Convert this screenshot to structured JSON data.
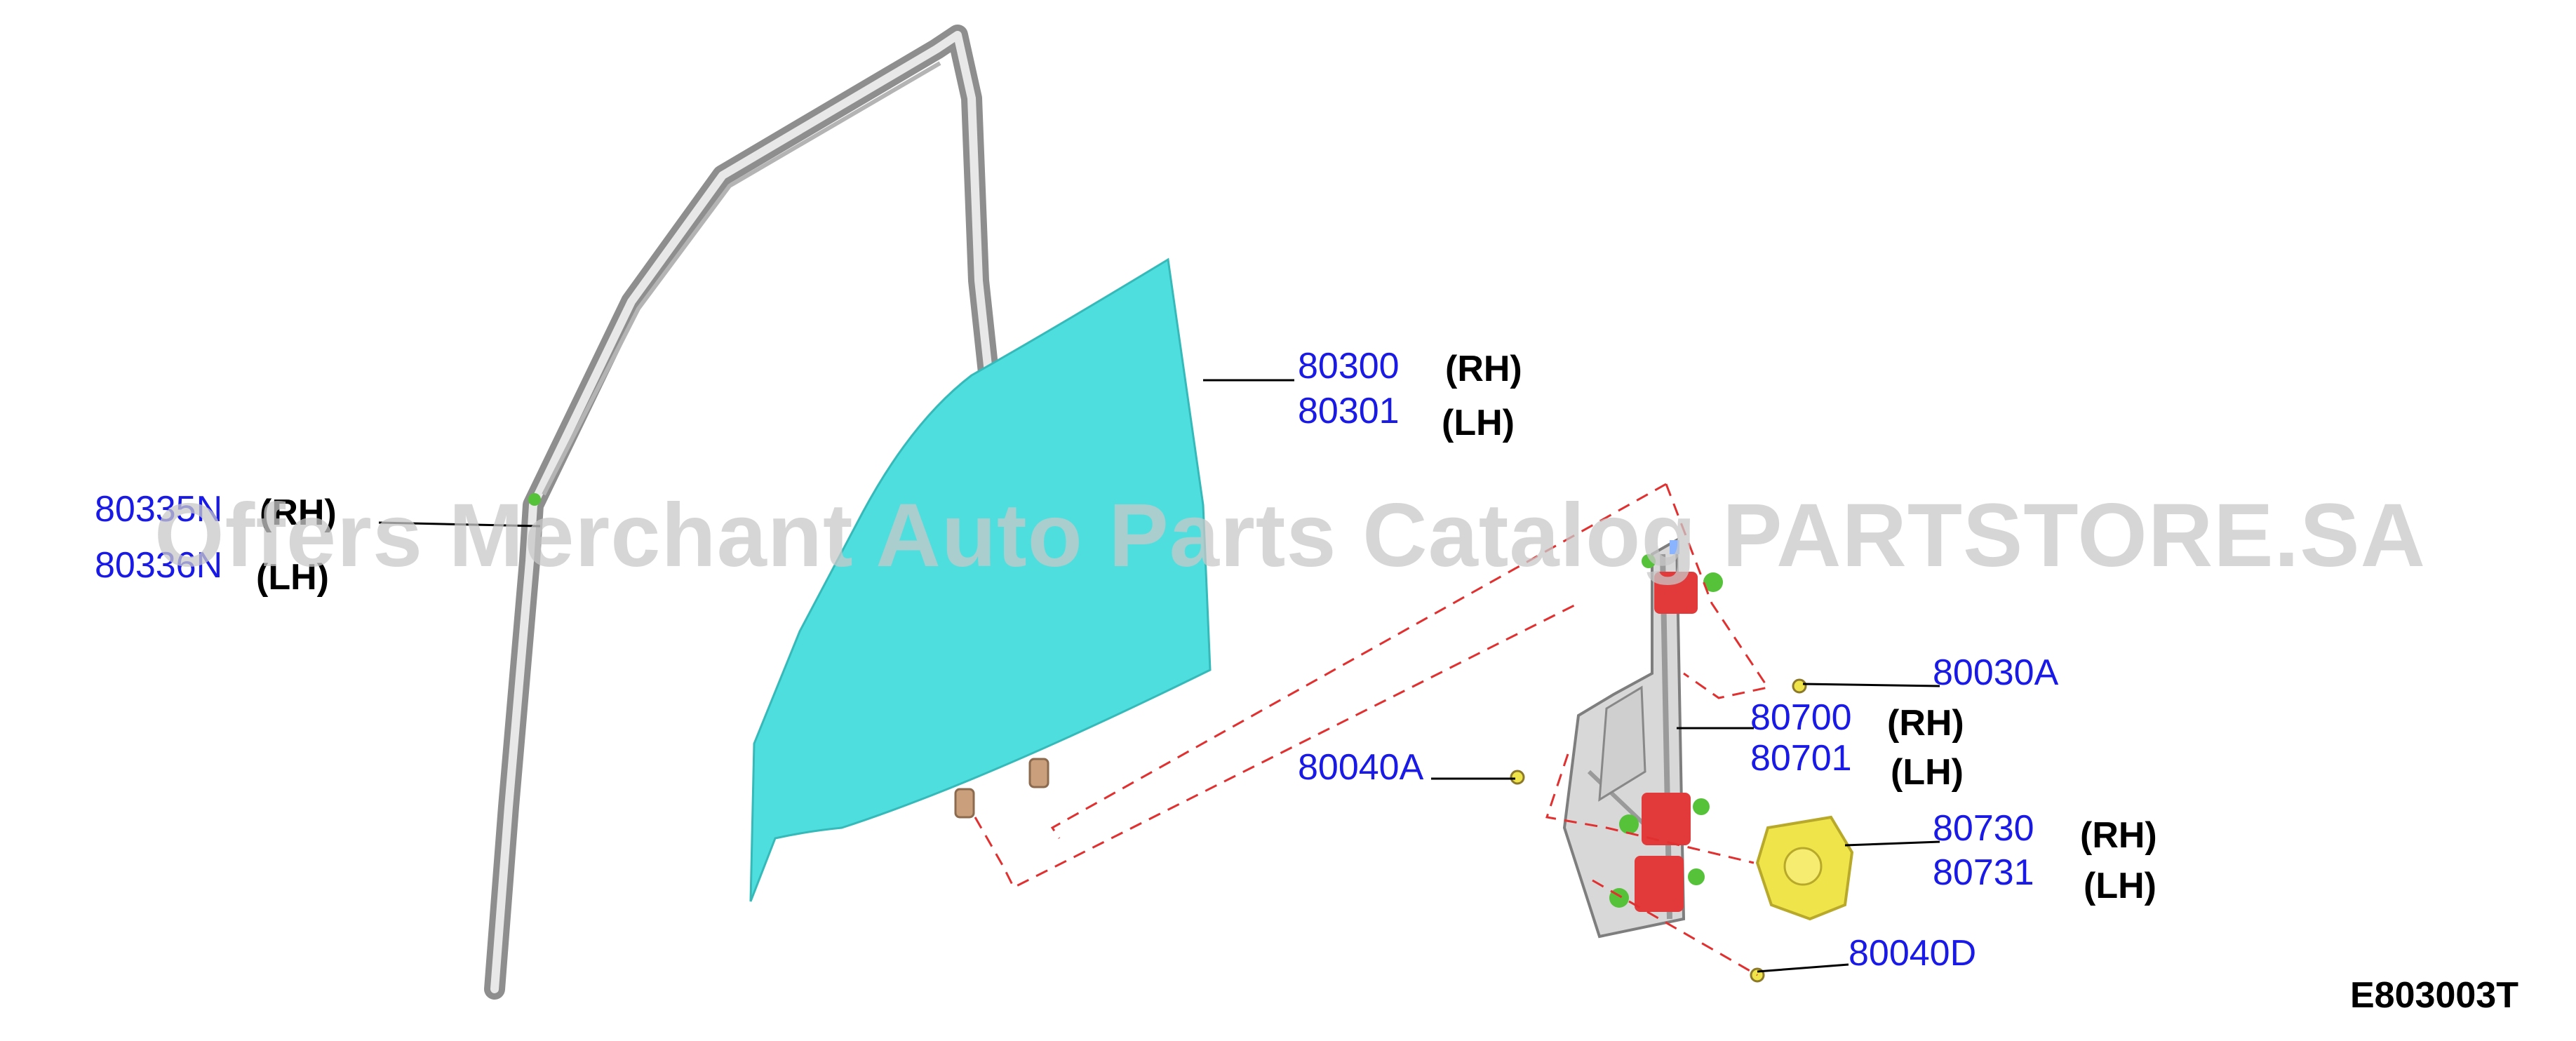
{
  "labels": {
    "glass": {
      "rh_part": "80300",
      "lh_part": "80301",
      "rh": "(RH)",
      "lh": "(LH)"
    },
    "channel": {
      "rh_part": "80335N",
      "lh_part": "80336N",
      "rh": "(RH)",
      "lh": "(LH)"
    },
    "regulator": {
      "rh_part": "80700",
      "lh_part": "80701",
      "rh": "(RH)",
      "lh": "(LH)"
    },
    "motor": {
      "rh_part": "80730",
      "lh_part": "80731",
      "rh": "(RH)",
      "lh": "(LH)"
    },
    "bolt_top": "80030A",
    "bolt_left": "80040A",
    "bolt_bottom": "80040D"
  },
  "diagram_code": "E803003T",
  "watermark": "Offers Merchant Auto Parts Catalog PARTSTORE.SA",
  "colors": {
    "glass": "#4fdede",
    "regulator_red": "#e23a3a",
    "regulator_green": "#55c23a",
    "motor_yellow": "#efe44a",
    "part_number_blue": "#1a1ae6",
    "leader_dash_red": "#e03030"
  }
}
